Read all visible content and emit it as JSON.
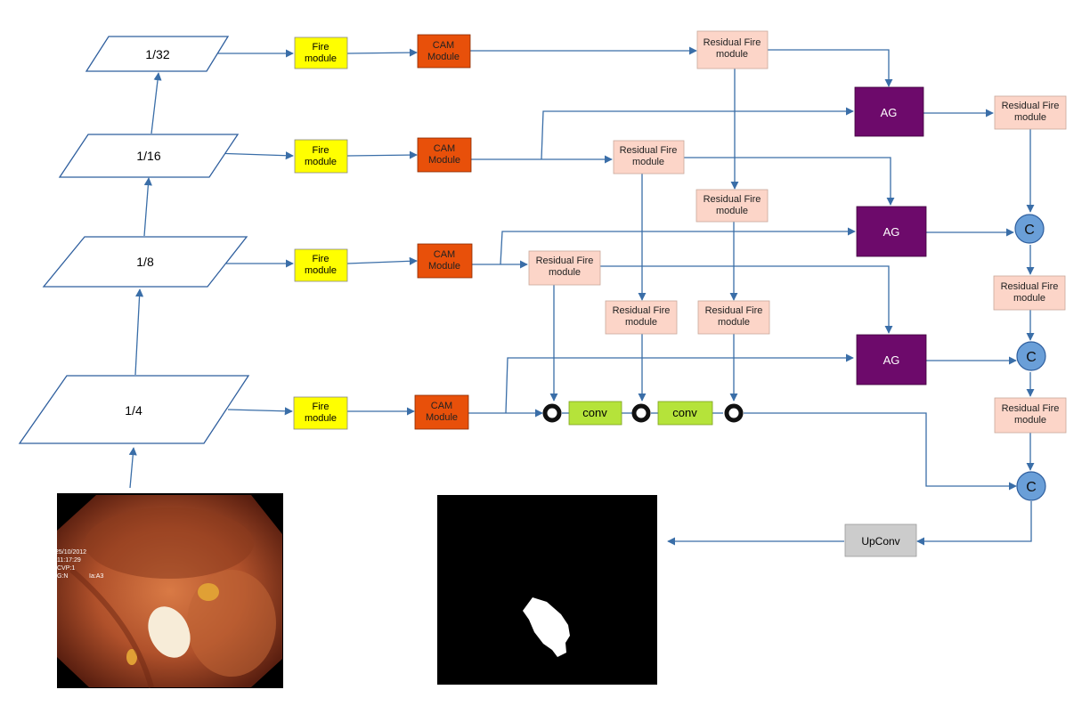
{
  "pyramid": {
    "levels": [
      "1/32",
      "1/16",
      "1/8",
      "1/4"
    ]
  },
  "fire_module": {
    "line1": "Fire",
    "line2": "module"
  },
  "cam_module": {
    "line1": "CAM",
    "line2": "Module"
  },
  "residual_fire": {
    "line1": "Residual Fire",
    "line2": "module"
  },
  "ag_label": "AG",
  "conv_label": "conv",
  "concat_label": "C",
  "upconv_label": "UpConv",
  "endoscopy_overlay": {
    "date": "25/10/2012",
    "time": "11:17:29",
    "cvp": "CVP:1",
    "gn": "G:N",
    "ea": "Ia:A3"
  },
  "colors": {
    "fire": "#ffff00",
    "cam": "#e8500a",
    "residual": "#fcd5c8",
    "ag": "#6d0a6b",
    "conv": "#b5e33a",
    "concat": "#6a9fd8",
    "upconv": "#cccccc",
    "arrow": "#3a6ea8",
    "pyramid_border": "#2f5f9e"
  }
}
